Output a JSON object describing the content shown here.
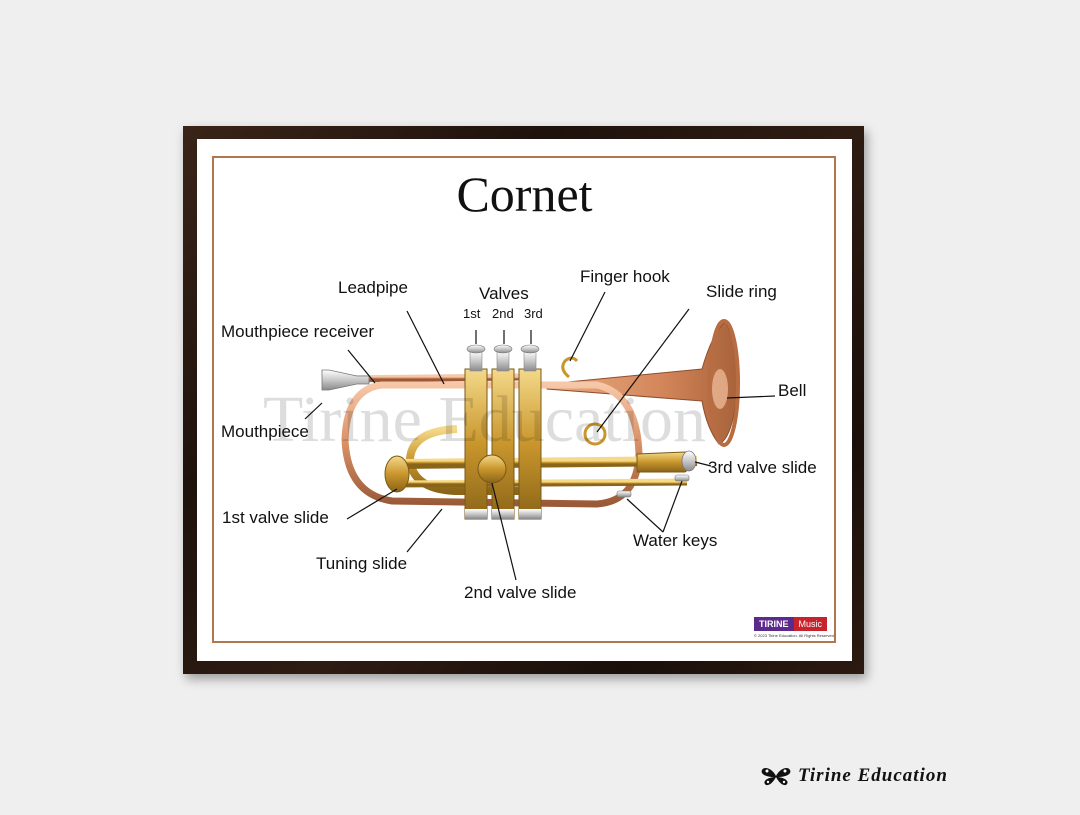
{
  "poster": {
    "title": "Cornet",
    "watermark": "Tirine Education",
    "labels": {
      "leadpipe": "Leadpipe",
      "valves": "Valves",
      "valve1": "1st",
      "valve2": "2nd",
      "valve3": "3rd",
      "finger_hook": "Finger hook",
      "slide_ring": "Slide ring",
      "mouthpiece_receiver": "Mouthpiece receiver",
      "bell": "Bell",
      "mouthpiece": "Mouthpiece",
      "third_valve_slide": "3rd valve slide",
      "first_valve_slide": "1st valve slide",
      "water_keys": "Water keys",
      "tuning_slide": "Tuning slide",
      "second_valve_slide": "2nd valve slide"
    },
    "brand": {
      "part1": "TIRINE",
      "part2": "Music"
    },
    "copyright": "© 2023 Tirine Education. All Rights Reserved"
  },
  "footer": {
    "brand_text": "Tirine Education"
  },
  "colors": {
    "frame": "#2a1a10",
    "border": "#b0764c",
    "brass": "#d9a93a",
    "copper": "#d88f64"
  }
}
